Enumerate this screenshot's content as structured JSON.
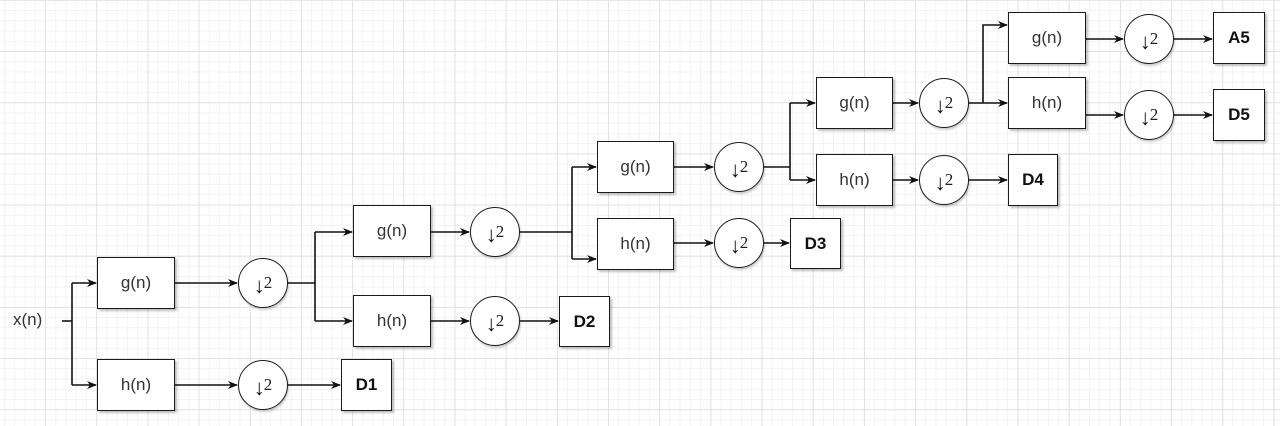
{
  "diagram": {
    "title": "Wavelet decomposition filter bank",
    "input_label": "x(n)",
    "lowpass_label": "g(n)",
    "highpass_label": "h(n)",
    "downsample_symbol": "↓",
    "downsample_factor": "2",
    "levels": [
      {
        "level": 1,
        "lowpass": "g(n)",
        "highpass": "h(n)",
        "detail_output": "D1"
      },
      {
        "level": 2,
        "lowpass": "g(n)",
        "highpass": "h(n)",
        "detail_output": "D2"
      },
      {
        "level": 3,
        "lowpass": "g(n)",
        "highpass": "h(n)",
        "detail_output": "D3"
      },
      {
        "level": 4,
        "lowpass": "g(n)",
        "highpass": "h(n)",
        "detail_output": "D4"
      },
      {
        "level": 5,
        "lowpass": "g(n)",
        "highpass": "h(n)",
        "detail_output": "D5",
        "approx_output": "A5"
      }
    ],
    "colors": {
      "stroke": "#1a1a1a",
      "grid_major": "#e2e2e2",
      "grid_minor": "#f3f3f3",
      "background": "#ffffff"
    }
  }
}
